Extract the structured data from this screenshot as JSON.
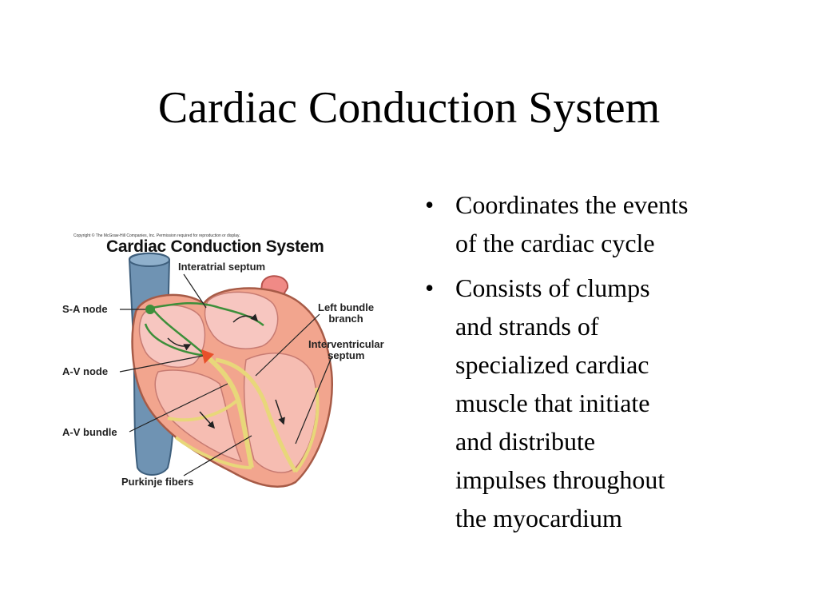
{
  "slide": {
    "title": "Cardiac Conduction System",
    "bullets": [
      "Coordinates the events\nof the cardiac cycle",
      "Consists of clumps\nand strands of\nspecialized cardiac\nmuscle that initiate\nand distribute\nimpulses throughout\nthe myocardium"
    ],
    "bullet_symbol": "•"
  },
  "figure": {
    "copyright": "Copyright © The McGraw-Hill Companies, Inc. Permission required for reproduction or display.",
    "title": "Cardiac Conduction System",
    "labels": {
      "interatrial_septum": "Interatrial septum",
      "sa_node": "S-A node",
      "av_node": "A-V node",
      "av_bundle": "A-V bundle",
      "purkinje_fibers": "Purkinje fibers",
      "left_bundle_branch": "Left bundle\nbranch",
      "interventricular_septum": "Interventricular\nseptum"
    },
    "colors": {
      "vena_cava": "#6f93b3",
      "myocardium": "#f2a58e",
      "chamber": "#f7c6c0",
      "conduction_fibers": "#e8d77a",
      "nerve_green": "#3d8f3a",
      "av_node": "#e8502a"
    }
  }
}
